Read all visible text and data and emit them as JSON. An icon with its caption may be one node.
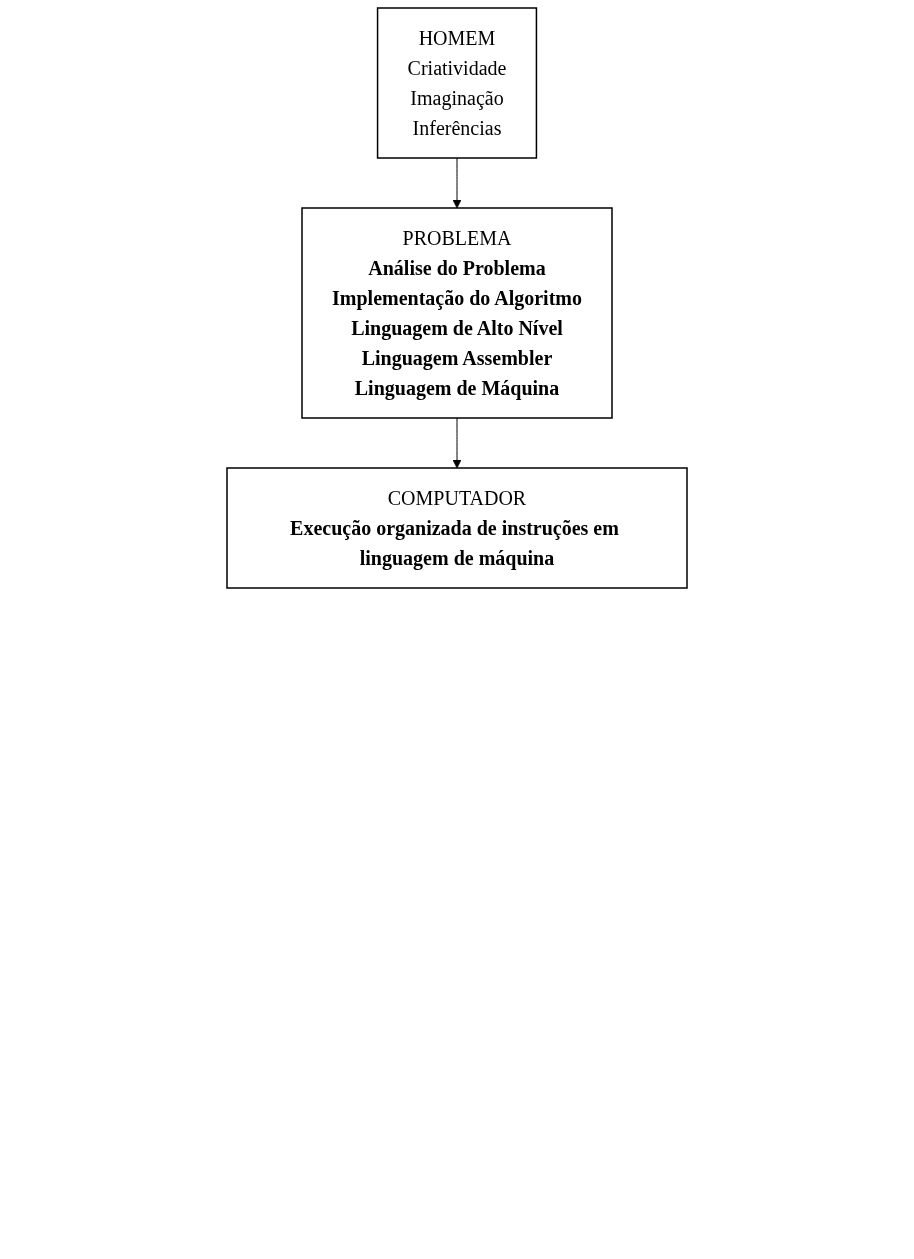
{
  "diagram": {
    "nodes": [
      {
        "text": [
          "HOMEM",
          "Criatividade",
          "Imaginação",
          "Inferências"
        ]
      },
      {
        "text": [
          "PROBLEMA",
          "Análise do Problema",
          "Implementação do Algoritmo",
          "Linguagem de Alto Nível",
          "Linguagem Assembler",
          "Linguagem de Máquina"
        ]
      },
      {
        "text": [
          "COMPUTADOR",
          "Execução organizada de instruções em linguagem de máquina"
        ]
      }
    ],
    "edges": [
      {
        "from": 0,
        "to": 1,
        "arrow": "to"
      },
      {
        "from": 1,
        "to": 2,
        "arrow": "to"
      }
    ]
  }
}
